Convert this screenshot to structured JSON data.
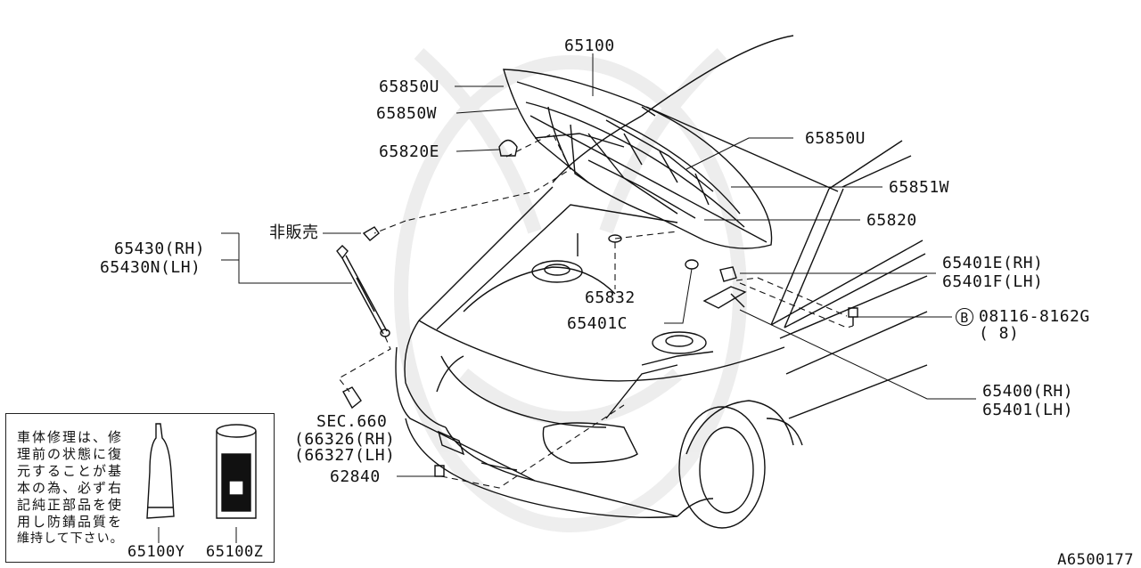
{
  "diagram": {
    "reference": "A6500177",
    "callouts": {
      "hood_panel": "65100",
      "seal_upper_left": "65850U",
      "seal_w_left": "65850W",
      "clip_e": "65820E",
      "not_for_sale": "非販売",
      "stay_rh": "65430(RH)",
      "stay_lh": "65430N(LH)",
      "seal_upper_right": "65850U",
      "seal_851w": "65851W",
      "insulator": "65820",
      "bumper_65832": "65832",
      "bumper_65401c": "65401C",
      "hinge_bracket_rh": "65401E(RH)",
      "hinge_bracket_lh": "65401F(LH)",
      "bolt_circle": "B",
      "bolt_part": "08116-8162G",
      "bolt_qty": "( 8)",
      "hinge_rh": "65400(RH)",
      "hinge_lh": "65401(LH)",
      "sec_ref": "SEC.660",
      "sec_rh": "(66326(RH)",
      "sec_lh": "(66327(LH)",
      "clip_62840": "62840"
    },
    "note": {
      "lines": [
        "車体修理は、修",
        "理前の状態に復",
        "元することが基",
        "本の為、必ず右",
        "記純正部品を使",
        "用し防錆品質を",
        "維持して下さい。"
      ],
      "tube_part": "65100Y",
      "can_part": "65100Z"
    }
  }
}
